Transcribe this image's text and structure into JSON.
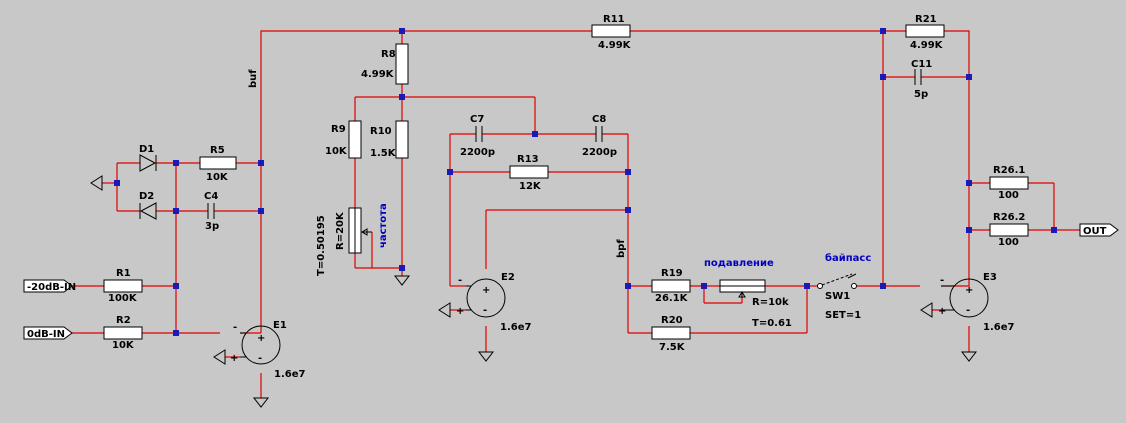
{
  "colors": {
    "background": "#c8c8c8",
    "wire": "#e00000",
    "junction": "#1a1ab8",
    "annotation": "#0000c0"
  },
  "nets": {
    "buf": "buf",
    "bpf": "bpf"
  },
  "ports": {
    "in20": "-20dB-IN",
    "in0": "0dB-IN",
    "out": "OUT"
  },
  "components": {
    "R1": {
      "name": "R1",
      "value": "100K"
    },
    "R2": {
      "name": "R2",
      "value": "10K"
    },
    "R5": {
      "name": "R5",
      "value": "10K"
    },
    "C4": {
      "name": "C4",
      "value": "3p"
    },
    "D1": {
      "name": "D1"
    },
    "D2": {
      "name": "D2"
    },
    "E1": {
      "name": "E1",
      "value": "1.6e7"
    },
    "R8": {
      "name": "R8",
      "value": "4.99K"
    },
    "R9": {
      "name": "R9",
      "value": "10K"
    },
    "R10": {
      "name": "R10",
      "value": "1.5K"
    },
    "POT1": {
      "t": "T=0.50195",
      "r": "R=20K",
      "label": "частота"
    },
    "C7": {
      "name": "C7",
      "value": "2200p"
    },
    "C8": {
      "name": "C8",
      "value": "2200p"
    },
    "R13": {
      "name": "R13",
      "value": "12K"
    },
    "E2": {
      "name": "E2",
      "value": "1.6e7"
    },
    "R11": {
      "name": "R11",
      "value": "4.99K"
    },
    "R19": {
      "name": "R19",
      "value": "26.1K"
    },
    "POT2": {
      "label": "подавление",
      "r": "R=10k",
      "t": "T=0.61"
    },
    "R20": {
      "name": "R20",
      "value": "7.5K"
    },
    "SW1": {
      "name": "SW1",
      "label": "байпасс",
      "set": "SET=1"
    },
    "R21": {
      "name": "R21",
      "value": "4.99K"
    },
    "C11": {
      "name": "C11",
      "value": "5p"
    },
    "R261": {
      "name": "R26.1",
      "value": "100"
    },
    "R262": {
      "name": "R26.2",
      "value": "100"
    },
    "E3": {
      "name": "E3",
      "value": "1.6e7"
    }
  }
}
